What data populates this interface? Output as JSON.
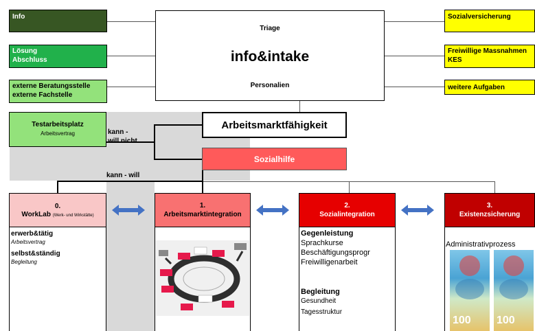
{
  "left_boxes": {
    "info": "Info",
    "loesung_line1": "Lösung",
    "loesung_line2": "Abschluss",
    "extern_line1": "externe Beratungsstelle",
    "extern_line2": "externe Fachstelle"
  },
  "right_boxes": {
    "sozialversicherung": "Sozialversicherung",
    "freiwillige_line1": "Freiwillige Massnahmen",
    "freiwillige_line2": "KES",
    "weitere": "weitere Aufgaben"
  },
  "center": {
    "triage": "Triage",
    "title": "info&intake",
    "personalien": "Personalien"
  },
  "middle": {
    "arbeitsmarkt": "Arbeitsmarktfähigkeit",
    "sozialhilfe": "Sozialhilfe",
    "testarbeitsplatz": "Testarbeitsplatz",
    "arbeitsvertrag": "Arbeitsvertrag",
    "kann_line1": "kann -",
    "kann_line2": "will nicht",
    "kann_will": "kann - will"
  },
  "columns": {
    "c0": {
      "num": "0.",
      "title": "WorkLab",
      "subtitle": "(Werk- und Wirkstätte)",
      "line1": "erwerb&tätig",
      "line2": "Arbeitsvertrag",
      "line3": "selbst&ständig",
      "line4": "Begleitung"
    },
    "c1": {
      "num": "1.",
      "title": "Arbeitsmarktintegration"
    },
    "c2": {
      "num": "2.",
      "title": "Sozialintegration",
      "heading1": "Gegenleistung",
      "item1": "Sprachkurse",
      "item2": "Beschäftigungsprogr",
      "item3": "Freiwilligenarbeit",
      "heading2": "Begleitung",
      "item4": "Gesundheit",
      "item5": "Tagesstruktur"
    },
    "c3": {
      "num": "3.",
      "title": "Existenzsicherung",
      "line1": "Administrativprozess",
      "banknote": "100"
    }
  },
  "colors": {
    "dark_green": "#375623",
    "mid_green": "#21b14b",
    "light_green": "#93e27b",
    "yellow": "#ffff00",
    "salmon": "#ff5a5a",
    "pink": "#f9c7c7",
    "rose": "#f87171",
    "red": "#e60000",
    "dark_red": "#c00000",
    "grey_panel": "#d9d9d9",
    "arrow_blue": "#4472c4"
  }
}
